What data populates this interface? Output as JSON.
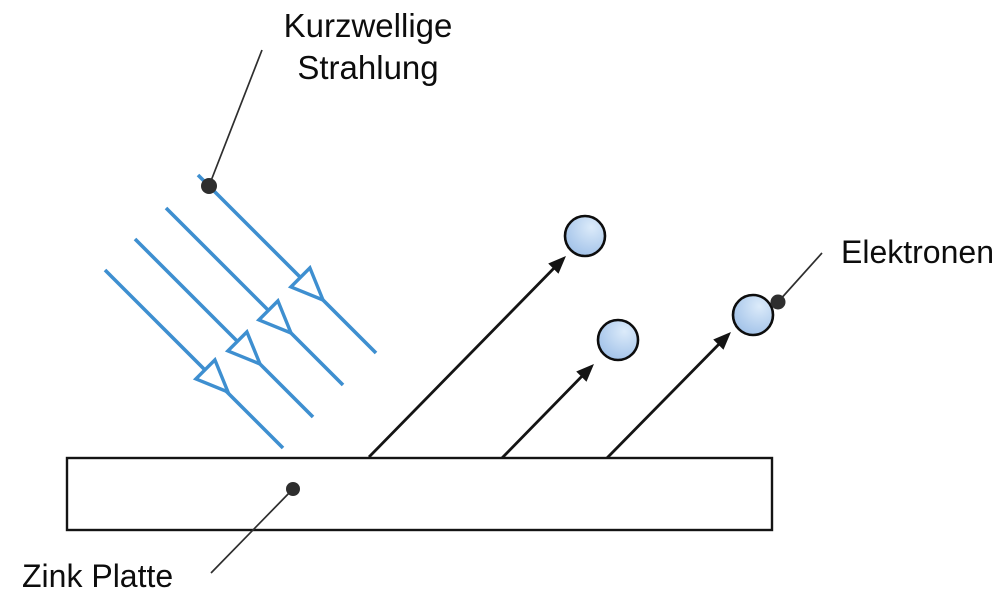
{
  "labels": {
    "radiation_line1": "Kurzwellige",
    "radiation_line2": "Strahlung",
    "electrons": "Elektronen",
    "plate": "Zink Platte"
  },
  "colors": {
    "ray_blue": "#3e8fd0",
    "ink": "#141414",
    "leader": "#2e2e2e",
    "electron_light": "#dcebfa",
    "electron_mid": "#b4cfee",
    "electron_dark": "#8db3e2"
  },
  "counts": {
    "radiation_rays": 4,
    "electrons": 3,
    "electron_arrows": 3
  }
}
